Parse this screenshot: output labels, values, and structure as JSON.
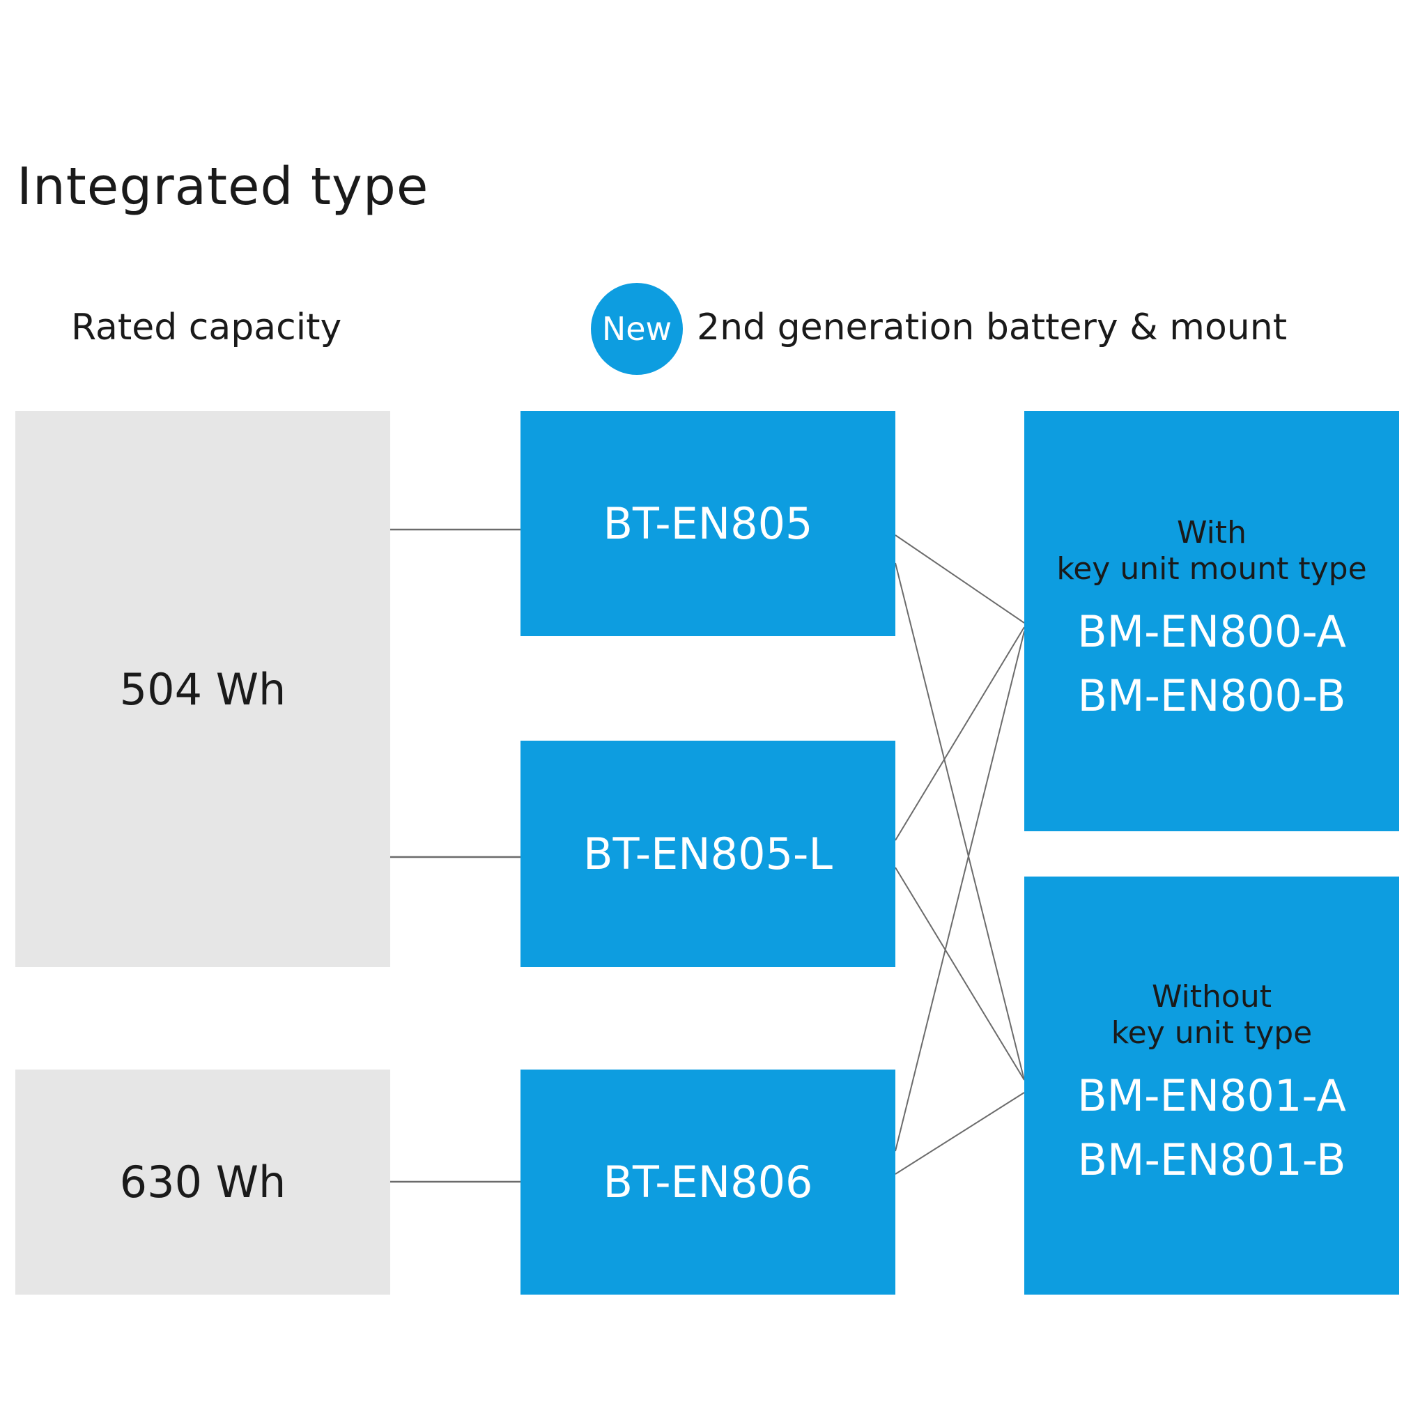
{
  "title": "Integrated type",
  "headers": {
    "capacity": "Rated capacity",
    "new_badge": "New",
    "generation": "2nd generation battery & mount"
  },
  "capacities": [
    {
      "label": "504 Wh"
    },
    {
      "label": "630 Wh"
    }
  ],
  "batteries": [
    {
      "label": "BT-EN805"
    },
    {
      "label": "BT-EN805-L"
    },
    {
      "label": "BT-EN806"
    }
  ],
  "mounts": [
    {
      "line1": "With",
      "line2": "key unit mount type",
      "models": [
        "BM-EN800-A",
        "BM-EN800-B"
      ]
    },
    {
      "line1": "Without",
      "line2": "key unit type",
      "models": [
        "BM-EN801-A",
        "BM-EN801-B"
      ]
    }
  ],
  "colors": {
    "accent_blue": "#0d9de0",
    "gray_box": "#e6e6e6",
    "line": "#6b6b6b",
    "text_dark": "#1a1a1a"
  }
}
